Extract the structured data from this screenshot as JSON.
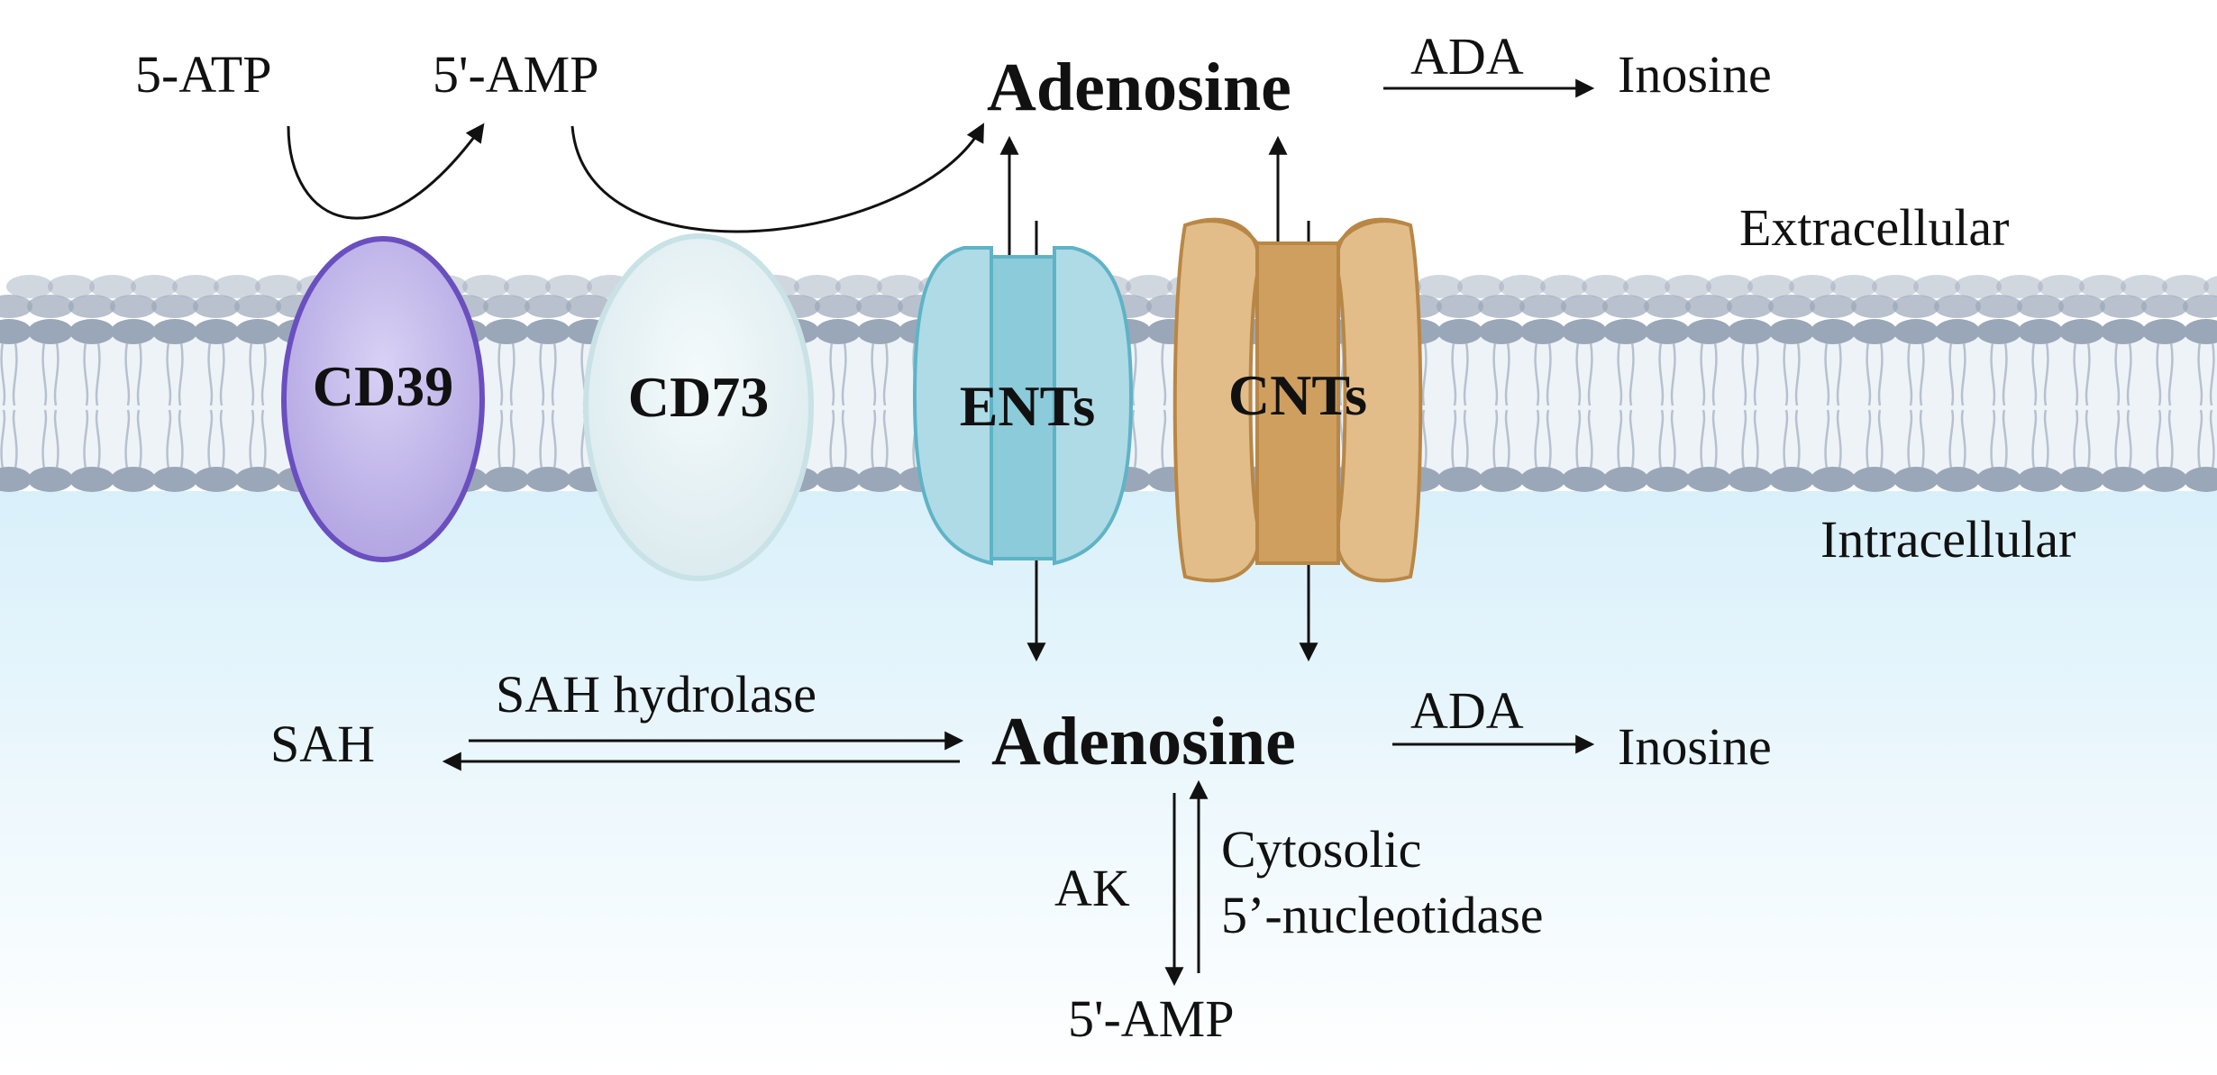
{
  "extracellular": {
    "atp": "5-ATP",
    "amp": "5'-AMP",
    "adenosine": "Adenosine",
    "ada": "ADA",
    "inosine": "Inosine",
    "region_label": "Extracellular"
  },
  "proteins": {
    "cd39": "CD39",
    "cd73": "CD73",
    "ents": "ENTs",
    "cnts": "CNTs"
  },
  "intracellular": {
    "region_label": "Intracellular",
    "sah": "SAH",
    "sah_hydrolase": "SAH hydrolase",
    "adenosine": "Adenosine",
    "ada": "ADA",
    "inosine": "Inosine",
    "ak": "AK",
    "cytosolic_line1": "Cytosolic",
    "cytosolic_line2": "5’-nucleotidase",
    "amp": "5'-AMP"
  },
  "colors": {
    "cd39_fill": "#b9aee6",
    "cd39_stroke": "#6a4fbf",
    "cd73_fill": "#e3f0f3",
    "cd73_stroke": "#c8e2e6",
    "ents_fill": "#a9d8e3",
    "ents_stroke": "#5fb3c6",
    "cnts_fill": "#ddb37e",
    "cnts_stroke": "#b98745",
    "intracellular_bg": "#dff2fb",
    "lipid_head": "#9aa7b8"
  }
}
